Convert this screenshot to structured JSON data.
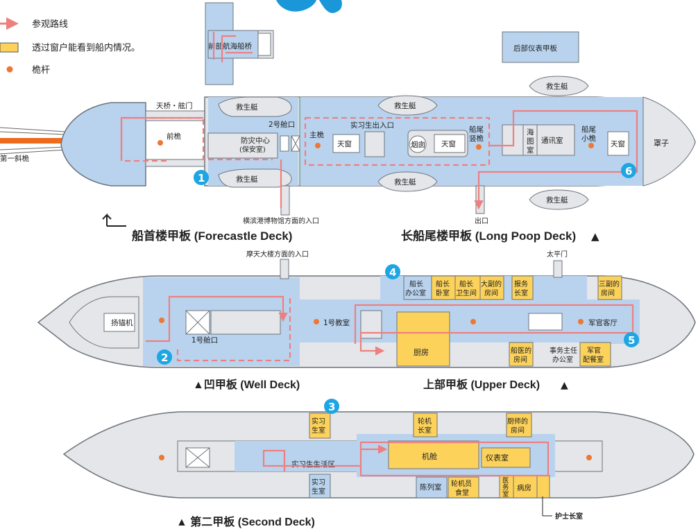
{
  "legend": {
    "route": "参观路线",
    "window": "透过窗户能看到船内情况。",
    "mast": "桅杆"
  },
  "colors": {
    "hull_fill": "#e4e6e9",
    "hull_stroke": "#6d737a",
    "blue_area": "#b9d3ee",
    "window_area": "#fcd25a",
    "route": "#ee7f7f",
    "mast_dot": "#ee7733",
    "badge": "#1da6e2",
    "bowsprit": "#ee6a1c"
  },
  "decks": {
    "forecastle": "船首楼甲板 (Forecastle Deck)",
    "long_poop": "长船尾楼甲板 (Long Poop Deck)",
    "well": "▲凹甲板 (Well Deck)",
    "upper": "上部甲板 (Upper Deck)",
    "second": "▲ 第二甲板 (Second Deck)"
  },
  "arrows": {
    "up": "▲"
  },
  "labels": {
    "bridge_fwd": "前部航海船桥",
    "instrument_aft": "后部仪表甲板",
    "skybridge": "天桥・舷门",
    "fore_mast": "前桅",
    "bowsprit": "第一斜桅",
    "hatch2": "2号舱口",
    "disaster_center": "防灾中心",
    "security_room": "(保安室)",
    "lifeboat": "救生艇",
    "cadet_entrance": "实习生出入口",
    "main_mast": "主桅",
    "skylight": "天窗",
    "funnel": "烟囱",
    "mizzen_mast_l1": "船尾",
    "mizzen_mast_l2": "竖桅",
    "chart_room_l1": "海",
    "chart_room_l2": "图",
    "chart_room_l3": "室",
    "radio_room": "通讯室",
    "jigger_mast_l1": "船尾",
    "jigger_mast_l2": "小桅",
    "cover": "罩子",
    "museum_entrance": "横滨港博物馆方面的入口",
    "exit": "出口",
    "ferris_entrance": "摩天大楼方面的入口",
    "gangway": "太平门",
    "windlass": "扬锚机",
    "hatch1": "1号舱口",
    "classroom1": "1号教室",
    "galley": "厨房",
    "captain_office_l1": "船长",
    "captain_office_l2": "办公室",
    "captain_bed_l1": "船长",
    "captain_bed_l2": "卧室",
    "captain_wash_l1": "船长",
    "captain_wash_l2": "卫生间",
    "chief_mate_l1": "大副的",
    "chief_mate_l2": "房间",
    "service_room_l1": "报务",
    "service_room_l2": "长室",
    "third_mate_l1": "三副的",
    "third_mate_l2": "房间",
    "officer_salon": "军官客厅",
    "doctor_l1": "船医的",
    "doctor_l2": "房间",
    "purser_l1": "事务主任",
    "purser_l2": "办公室",
    "officer_pantry_l1": "军官",
    "officer_pantry_l2": "配餐室",
    "cadet_room_l1": "实习",
    "cadet_room_l2": "生室",
    "cadet_living": "实习生生活区",
    "engineer_room_l1": "轮机",
    "engineer_room_l2": "长室",
    "chef_room_l1": "厨师的",
    "chef_room_l2": "房间",
    "engine_room": "机舱",
    "instrument_room": "仪表室",
    "display_room": "陈列室",
    "engineers_mess_l1": "轮机员",
    "engineers_mess_l2": "食堂",
    "medical_l1": "医",
    "medical_l2": "务",
    "medical_l3": "室",
    "sickbay": "病房",
    "head_nurse": "护士长室"
  },
  "badges": [
    "1",
    "2",
    "3",
    "4",
    "5",
    "6"
  ]
}
